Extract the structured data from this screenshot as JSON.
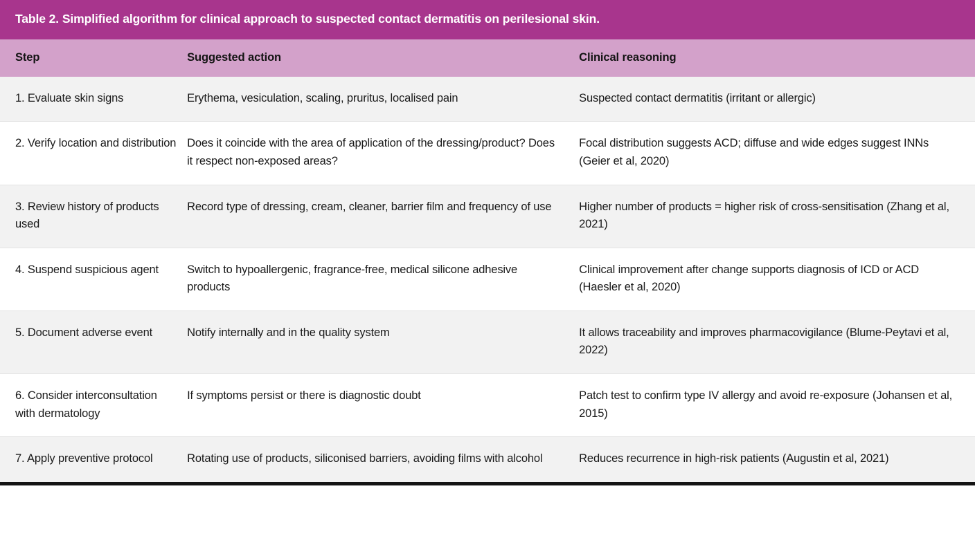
{
  "table": {
    "title": "Table 2. Simplified algorithm for clinical approach to suspected contact dermatitis on perilesional skin.",
    "columns": [
      {
        "key": "step",
        "label": "Step"
      },
      {
        "key": "action",
        "label": "Suggested action"
      },
      {
        "key": "reasoning",
        "label": "Clinical reasoning"
      }
    ],
    "rows": [
      {
        "step": "1. Evaluate skin signs",
        "action": "Erythema, vesiculation, scaling, pruritus, localised pain",
        "reasoning": "Suspected contact dermatitis (irritant or allergic)"
      },
      {
        "step": "2. Verify location and distribution",
        "action": "Does it coincide with the area of application of the dressing/product? Does it respect non-exposed areas?",
        "reasoning": "Focal distribution suggests ACD; diffuse and wide edges suggest INNs (Geier et al, 2020)"
      },
      {
        "step": "3. Review history of products used",
        "action": "Record type of dressing, cream, cleaner, barrier film and frequency of use",
        "reasoning": "Higher number of products = higher risk of cross-sensitisation (Zhang et al, 2021)"
      },
      {
        "step": "4. Suspend suspicious agent",
        "action": "Switch to hypoallergenic, fragrance-free, medical silicone adhesive products",
        "reasoning": "Clinical improvement after change supports diagnosis of ICD or ACD (Haesler et al, 2020)"
      },
      {
        "step": "5. Document adverse event",
        "action": "Notify internally and in the quality system",
        "reasoning": "It allows traceability and improves pharmacovigilance (Blume-Peytavi et al, 2022)"
      },
      {
        "step": "6. Consider interconsultation with dermatology",
        "action": "If symptoms persist or there is diagnostic doubt",
        "reasoning": "Patch test to confirm type IV allergy and avoid re-exposure (Johansen et al, 2015)"
      },
      {
        "step": "7. Apply preventive protocol",
        "action": "Rotating use of products, siliconised barriers, avoiding films with alcohol",
        "reasoning": "Reduces recurrence in high-risk patients (Augustin et al, 2021)"
      }
    ],
    "colors": {
      "title_background": "#a8358d",
      "title_text": "#ffffff",
      "header_background": "#d3a1ca",
      "header_text": "#141414",
      "row_shaded_background": "#f2f2f2",
      "row_plain_background": "#ffffff",
      "body_text": "#1a1a1a",
      "divider": "#e3e3e3",
      "bottom_rule": "#141414"
    }
  }
}
